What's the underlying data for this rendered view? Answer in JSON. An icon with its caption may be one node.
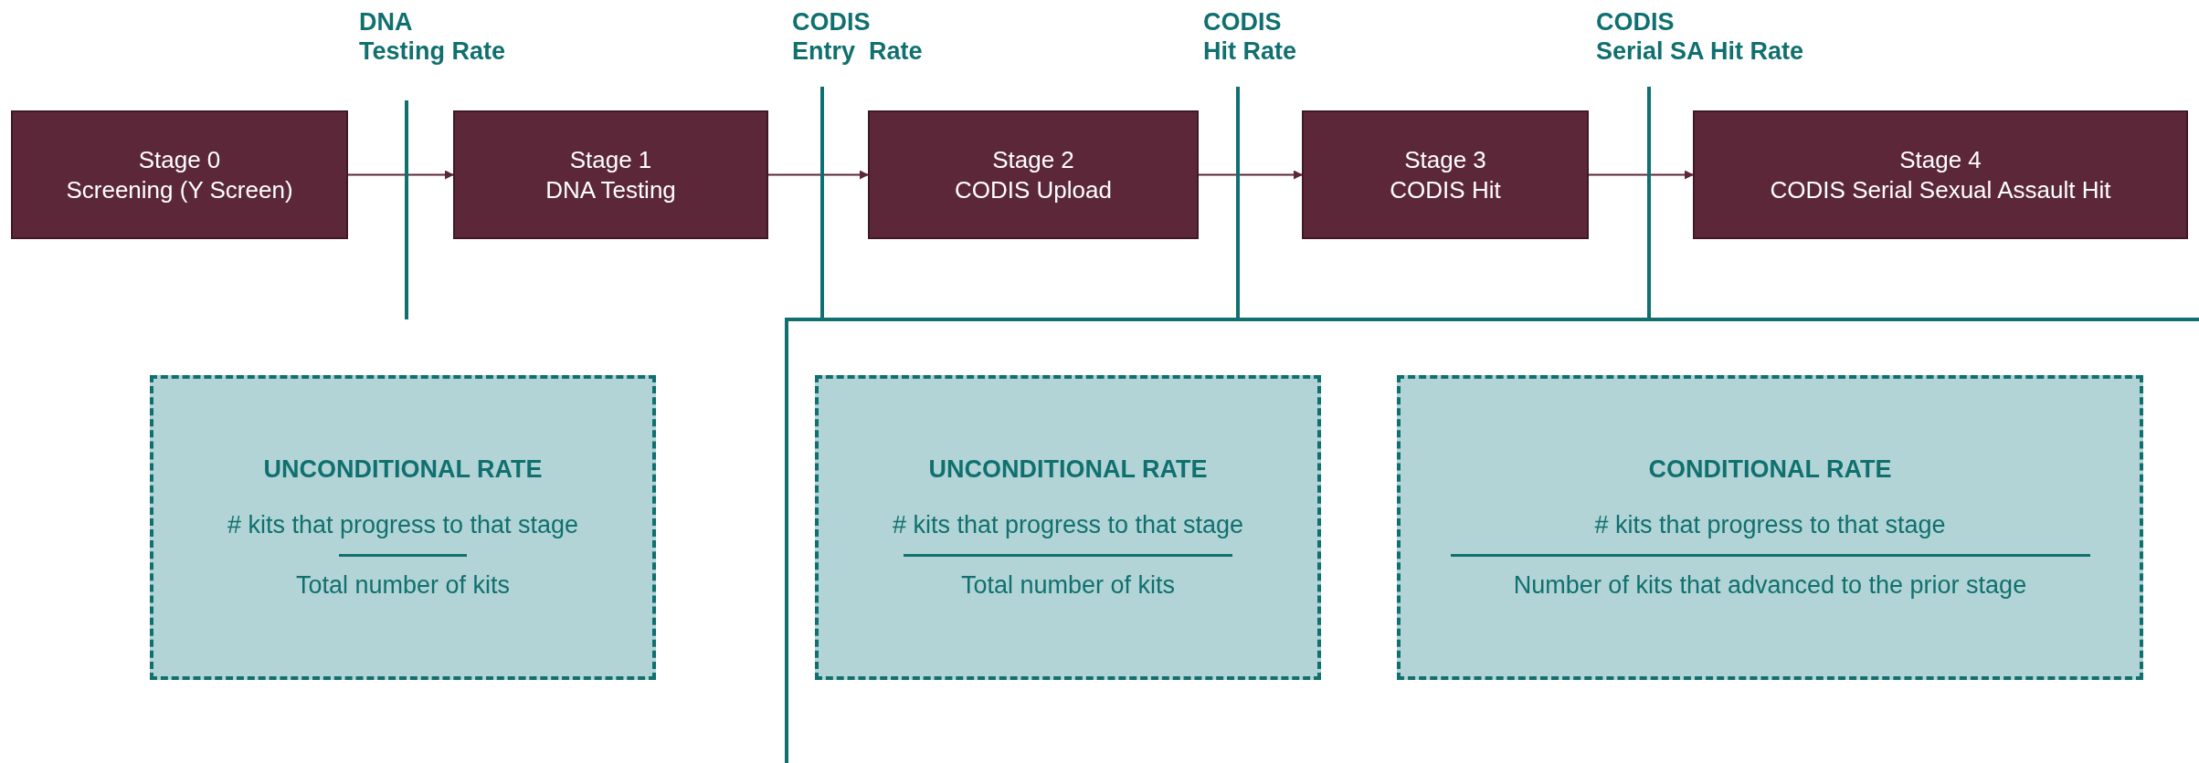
{
  "diagram": {
    "nodes": [
      {
        "text": [
          "Stage 0",
          "Screening (Y Screen)"
        ]
      },
      {
        "text": [
          "Stage 1",
          "DNA Testing"
        ]
      },
      {
        "text": [
          "Stage 2",
          "CODIS Upload"
        ]
      },
      {
        "text": [
          "Stage 3",
          "CODIS Hit"
        ]
      },
      {
        "text": [
          "Stage 4",
          "CODIS Serial Sexual Assault Hit"
        ]
      },
      {
        "text": [
          "UNCONDITIONAL RATE",
          "# kits that progress to that stage",
          "Total number of kits"
        ]
      },
      {
        "text": [
          "UNCONDITIONAL RATE",
          "# kits that progress to that stage",
          "Total number of kits"
        ]
      },
      {
        "text": [
          "CONDITIONAL RATE",
          "# kits that progress to that stage",
          "Number of kits that advanced to the prior stage"
        ]
      }
    ],
    "edges": [
      {
        "from": 0,
        "to": 1,
        "arrow": "to"
      },
      {
        "from": 1,
        "to": 2,
        "arrow": "to"
      },
      {
        "from": 2,
        "to": 3,
        "arrow": "to"
      },
      {
        "from": 3,
        "to": 4,
        "arrow": "to"
      }
    ],
    "labels": [
      "DNA Testing Rate",
      "CODIS Entry  Rate",
      "CODIS Hit Rate",
      "CODIS Serial SA Hit Rate"
    ]
  }
}
